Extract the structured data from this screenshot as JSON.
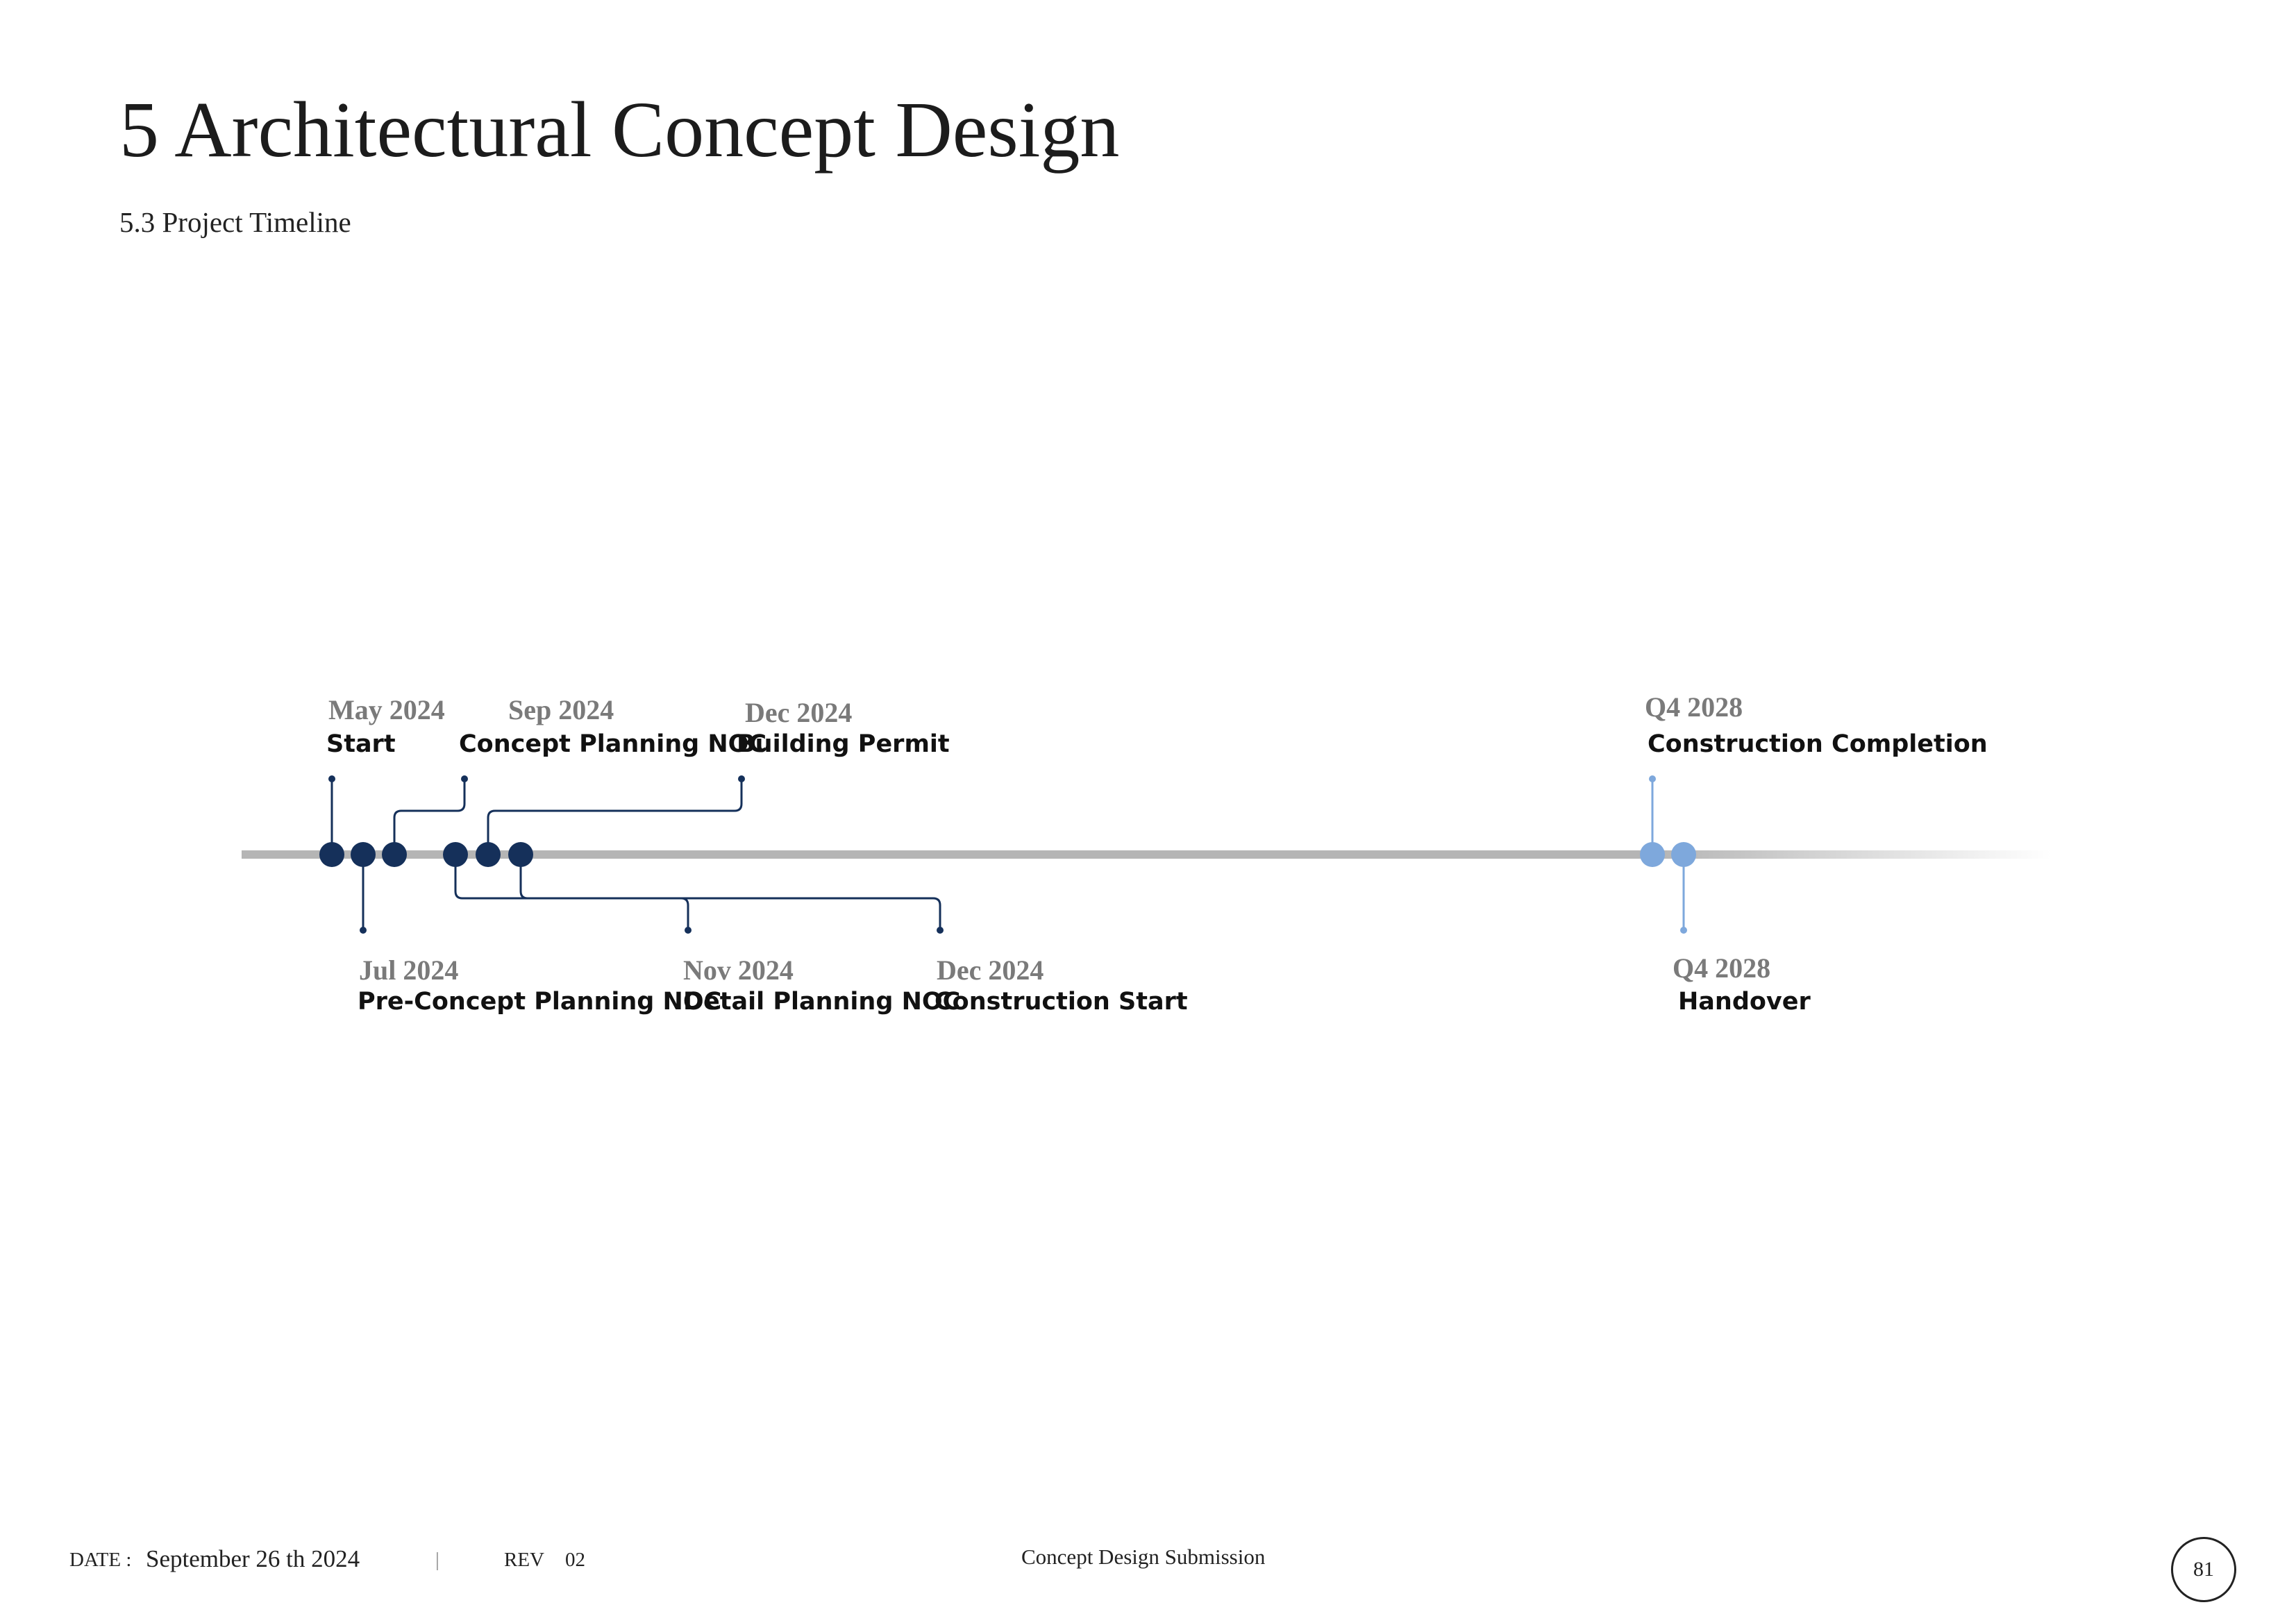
{
  "header": {
    "title": "5 Architectural Concept Design",
    "subtitle": "5.3 Project Timeline"
  },
  "timeline": {
    "colors": {
      "track": "#b5b5b5",
      "completed": "#15305a",
      "future": "#7ea8dc"
    },
    "milestones": [
      {
        "id": "start",
        "date": "May 2024",
        "event": "Start",
        "side": "above",
        "status": "completed"
      },
      {
        "id": "pre-concept",
        "date": "Jul 2024",
        "event": "Pre-Concept Planning NOC",
        "side": "below",
        "status": "completed"
      },
      {
        "id": "concept",
        "date": "Sep 2024",
        "event": "Concept Planning NOC",
        "side": "above",
        "status": "completed"
      },
      {
        "id": "detail",
        "date": "Nov 2024",
        "event": "Detail Planning NOC",
        "side": "below",
        "status": "completed"
      },
      {
        "id": "permit",
        "date": "Dec 2024",
        "event": "Building Permit",
        "side": "above",
        "status": "completed"
      },
      {
        "id": "construction-start",
        "date": "Dec 2024",
        "event": "Construction Start",
        "side": "below",
        "status": "completed"
      },
      {
        "id": "completion",
        "date": "Q4 2028",
        "event": "Construction Completion",
        "side": "above",
        "status": "future"
      },
      {
        "id": "handover",
        "date": "Q4 2028",
        "event": "Handover",
        "side": "below",
        "status": "future"
      }
    ]
  },
  "footer": {
    "date_label": "DATE :",
    "date_value": "September 26 th 2024",
    "separator": "|",
    "rev_label": "REV",
    "rev_value": "02",
    "document_title": "Concept Design Submission",
    "page_number": "81"
  }
}
